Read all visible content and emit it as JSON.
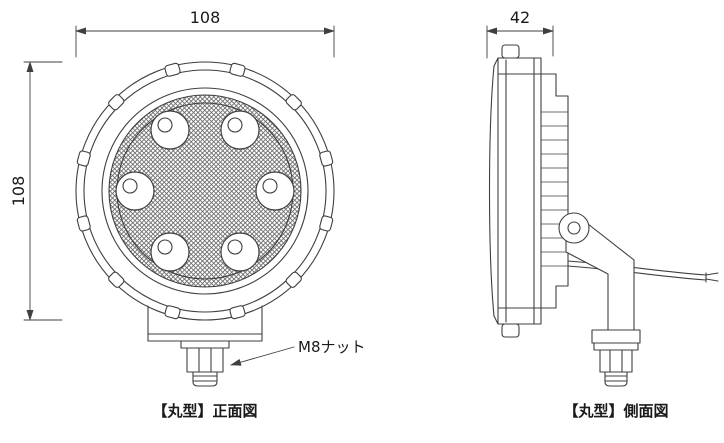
{
  "front_view": {
    "width_dimension": "108",
    "height_dimension": "108",
    "nut_callout": "M8ナット",
    "caption": "【丸型】正面図",
    "led_count": 6
  },
  "side_view": {
    "depth_dimension": "42",
    "caption": "【丸型】側面図"
  },
  "colors": {
    "background": "#ffffff",
    "line": "#3f3f3f",
    "text": "#1a1a1a",
    "hatch": "#6f6f6f"
  }
}
